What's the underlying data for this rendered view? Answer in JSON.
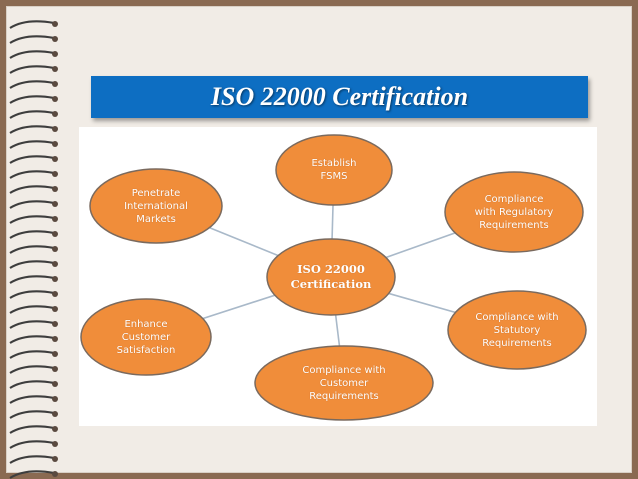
{
  "slide": {
    "title": "ISO 22000 Certification"
  },
  "diagram": {
    "center": {
      "label": "ISO 22000\nCertification"
    },
    "nodes": [
      {
        "id": "establish-fsms",
        "label": "Establish\nFSMS"
      },
      {
        "id": "regulatory",
        "label": "Compliance\nwith Regulatory\nRequirements"
      },
      {
        "id": "statutory",
        "label": "Compliance with\nStatutory\nRequirements"
      },
      {
        "id": "customer-req",
        "label": "Compliance with\nCustomer\nRequirements"
      },
      {
        "id": "satisfaction",
        "label": "Enhance\nCustomer\nSatisfaction"
      },
      {
        "id": "markets",
        "label": "Penetrate\nInternational\nMarkets"
      }
    ]
  },
  "colors": {
    "node_fill": "#f08d3a",
    "node_stroke": "#7a6a5e",
    "connector": "#a9b9c9",
    "title_bar": "#0d6ec2"
  }
}
